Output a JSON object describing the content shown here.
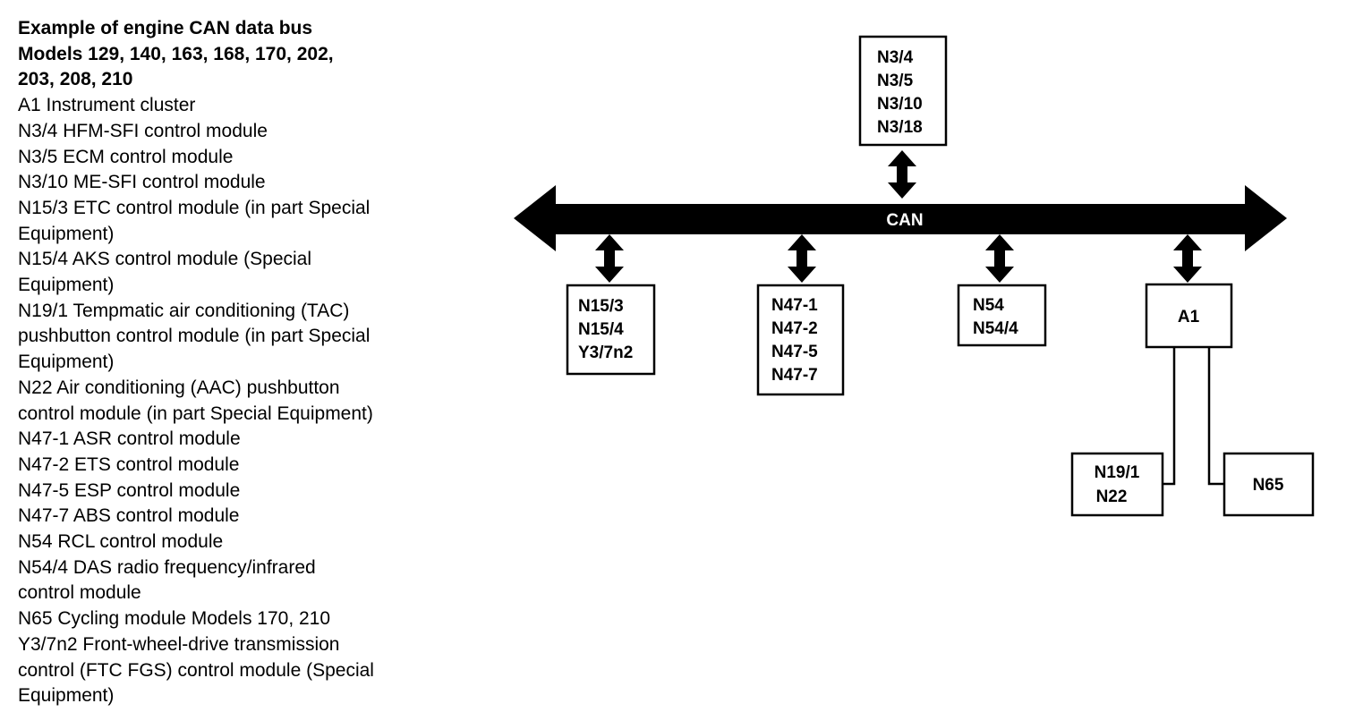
{
  "legend": {
    "title_lines": [
      "Example of engine CAN data bus",
      "Models 129, 140, 163, 168, 170, 202,",
      "203, 208, 210"
    ],
    "lines": [
      "A1 Instrument cluster",
      "N3/4 HFM-SFI control module",
      "N3/5 ECM control module",
      "N3/10 ME-SFI control module",
      "N15/3 ETC control module (in part Special",
      "Equipment)",
      "N15/4 AKS control module (Special",
      "Equipment)",
      "N19/1 Tempmatic air conditioning (TAC)",
      "pushbutton control module (in part Special",
      "Equipment)",
      "N22 Air conditioning (AAC) pushbutton",
      "control module (in part Special Equipment)",
      "N47-1 ASR control module",
      "N47-2 ETS control module",
      "N47-5 ESP control module",
      "N47-7 ABS control module",
      "N54 RCL control module",
      "N54/4 DAS radio frequency/infrared",
      "control module",
      "N65 Cycling module Models 170, 210",
      "Y3/7n2 Front-wheel-drive transmission",
      "control (FTC FGS) control module (Special",
      "Equipment)"
    ]
  },
  "diagram": {
    "bus_label": "CAN",
    "boxes": {
      "top": [
        "N3/4",
        "N3/5",
        "N3/10",
        "N3/18"
      ],
      "b1": [
        "N15/3",
        "N15/4",
        "Y3/7n2"
      ],
      "b2": [
        "N47-1",
        "N47-2",
        "N47-5",
        "N47-7"
      ],
      "b3": [
        "N54",
        "N54/4"
      ],
      "a1": [
        "A1"
      ],
      "n19": [
        "N19/1",
        "N22"
      ],
      "n65": [
        "N65"
      ]
    },
    "colors": {
      "ink": "#000000",
      "paper": "#ffffff"
    }
  }
}
